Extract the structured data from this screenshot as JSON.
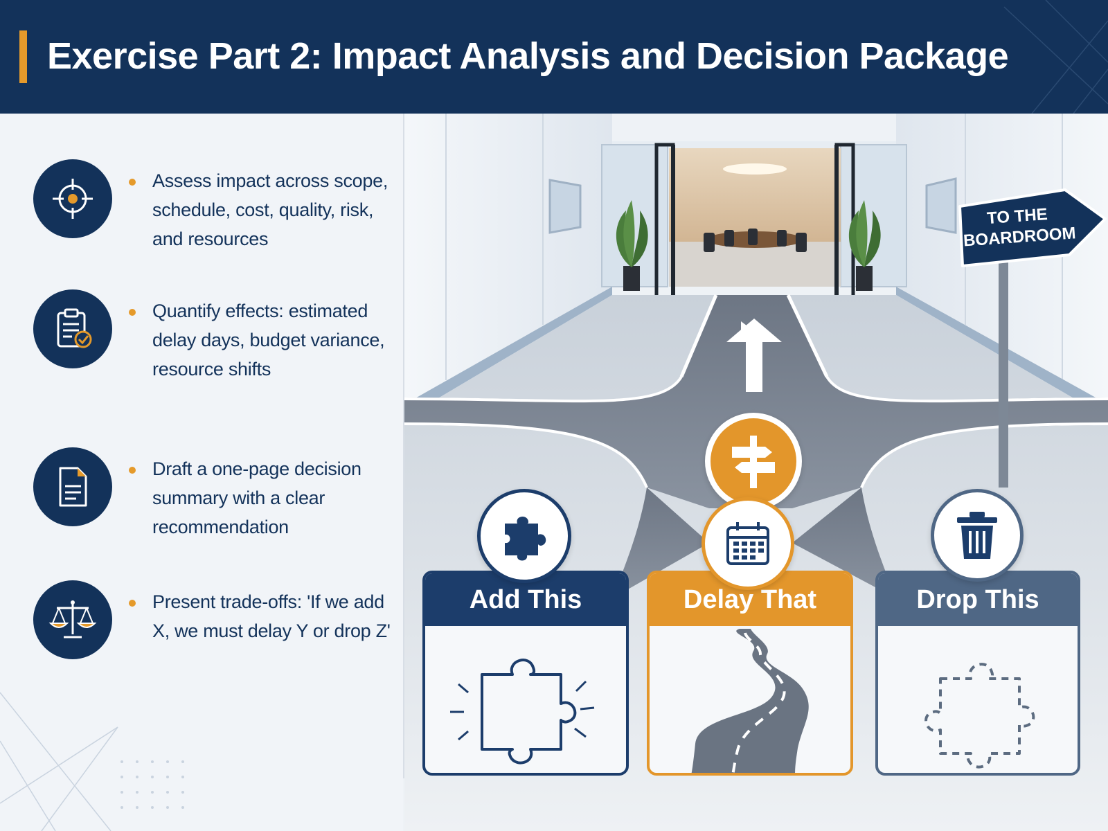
{
  "header": {
    "title": "Exercise Part 2: Impact Analysis and Decision Package"
  },
  "items": [
    {
      "icon": "target-icon",
      "text": "Assess impact across scope, schedule, cost, quality, risk, and resources"
    },
    {
      "icon": "clipboard-check-icon",
      "text": "Quantify effects: estimated delay days, budget variance, resource shifts"
    },
    {
      "icon": "document-icon",
      "text": "Draft a one-page decision summary with a clear recommendation"
    },
    {
      "icon": "scales-icon",
      "text": "Present trade-offs: 'If we add X, we must delay Y or drop Z'"
    }
  ],
  "sign": {
    "line1": "TO THE",
    "line2": "BOARDROOM"
  },
  "cards": [
    {
      "label": "Add This",
      "icon": "puzzle-piece-icon",
      "color": "#1c3d6b"
    },
    {
      "label": "Delay That",
      "icon": "calendar-icon",
      "color": "#e3962b"
    },
    {
      "label": "Drop This",
      "icon": "trash-icon",
      "color": "#4f6785"
    }
  ],
  "colors": {
    "navy": "#13325a",
    "orange": "#e59a2b",
    "slate": "#4f6785"
  }
}
